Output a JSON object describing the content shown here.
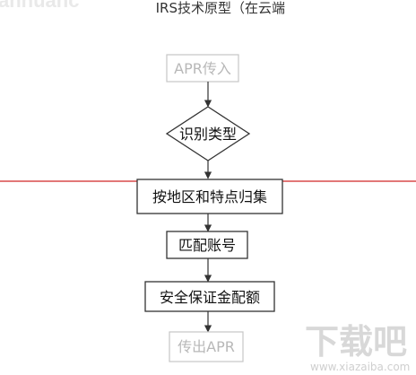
{
  "diagram": {
    "title": "IRS技术原型（在云端",
    "nodes": {
      "apr_in": "APR传入",
      "identify_type": "识别类型",
      "by_region_feature": "按地区和特点归集",
      "match_account": "匹配账号",
      "security_deposit": "安全保证金配额",
      "apr_out": "传出APR"
    }
  },
  "watermarks": {
    "top_left": "anhuanc",
    "logo": "下载吧",
    "logo_url": "www.xiazaiba.com"
  },
  "colors": {
    "divider_line": "#d94a4a",
    "box_border": "#333333",
    "faded_border": "#c6c6c6",
    "arrow": "#333333"
  }
}
